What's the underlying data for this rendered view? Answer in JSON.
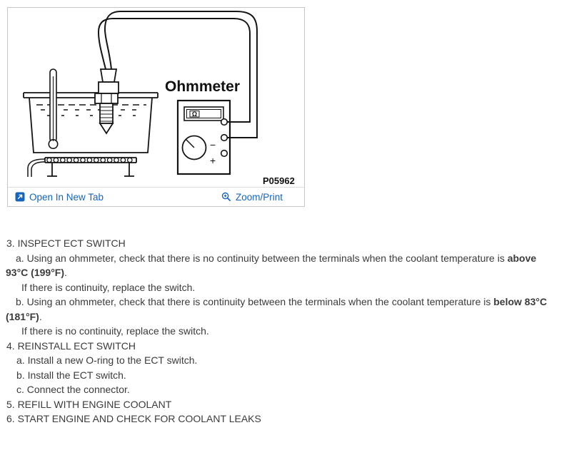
{
  "figure": {
    "labels": {
      "ohmmeter": "Ohmmeter",
      "part_number": "P05962",
      "omega": "Ω",
      "minus": "−",
      "plus": "+"
    },
    "footer": {
      "open_in_new_tab": "Open In New Tab",
      "zoom_print": "Zoom/Print"
    }
  },
  "colors": {
    "link_blue": "#1565c0",
    "body_text": "#3b3b3b",
    "diagram_ink": "#141414",
    "panel_border": "#c6c6c6"
  },
  "steps": [
    {
      "style": "level1",
      "parts": [
        {
          "t": "3. INSPECT ECT SWITCH"
        }
      ]
    },
    {
      "style": "sub",
      "parts": [
        {
          "t": "a. Using an ohmmeter, check that there is no continuity between the terminals when the coolant temperature is "
        },
        {
          "t": "above 93°C (199°F)",
          "b": true
        },
        {
          "t": "."
        }
      ]
    },
    {
      "style": "note",
      "parts": [
        {
          "t": "If there is continuity, replace the switch."
        }
      ]
    },
    {
      "style": "sub",
      "parts": [
        {
          "t": "b. Using an ohmmeter, check that there is continuity between the terminals when the coolant temperature is "
        },
        {
          "t": "below 83°C (181°F)",
          "b": true
        },
        {
          "t": "."
        }
      ]
    },
    {
      "style": "note",
      "parts": [
        {
          "t": "If there is no continuity, replace the switch."
        }
      ]
    },
    {
      "style": "level1",
      "parts": [
        {
          "t": "4. REINSTALL ECT SWITCH"
        }
      ]
    },
    {
      "style": "sub2",
      "parts": [
        {
          "t": "a. Install a new O-ring to the ECT switch."
        }
      ]
    },
    {
      "style": "sub2",
      "parts": [
        {
          "t": "b. Install the ECT switch."
        }
      ]
    },
    {
      "style": "sub2",
      "parts": [
        {
          "t": "c. Connect the connector."
        }
      ]
    },
    {
      "style": "level1",
      "parts": [
        {
          "t": "5. REFILL WITH ENGINE COOLANT"
        }
      ]
    },
    {
      "style": "level1",
      "parts": [
        {
          "t": "6. START ENGINE AND CHECK FOR COOLANT LEAKS"
        }
      ]
    }
  ]
}
